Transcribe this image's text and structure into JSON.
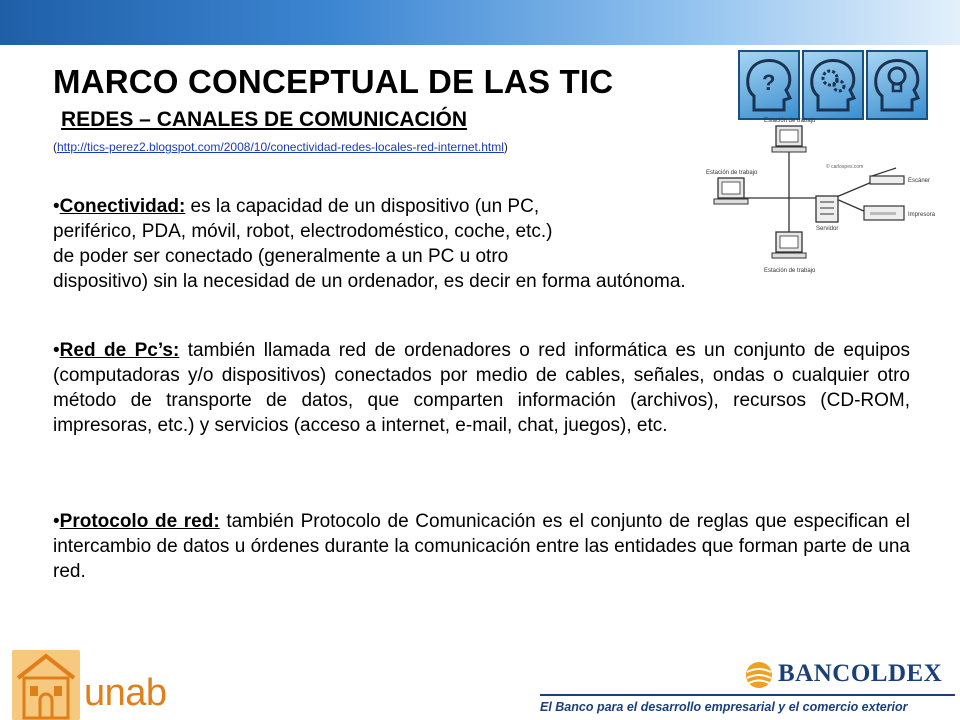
{
  "header": {
    "title": "MARCO CONCEPTUAL DE LAS TIC",
    "subtitle": "REDES – CANALES DE COMUNICACIÓN",
    "source_open": "(",
    "source_url": "http://tics-perez2.blogspot.com/2008/10/conectividad-redes-locales-red-internet.html",
    "source_close": ")"
  },
  "diagram": {
    "labels": {
      "top": "Estación de trabajo",
      "left": "Estación de trabajo",
      "bottom": "Estación de trabajo",
      "server": "Servidor",
      "scanner": "Escáner",
      "printer": "Impresora",
      "watermark": "© carlospes.com"
    }
  },
  "content": {
    "paragraphs": [
      {
        "bullet": "•",
        "term": "Conectividad:",
        "lines": [
          " es la capacidad de un dispositivo (un PC,",
          "periférico, PDA, móvil, robot, electrodoméstico, coche, etc.)",
          "de poder ser conectado (generalmente a un PC u otro",
          "dispositivo) sin la necesidad de un ordenador, es decir en forma autónoma."
        ]
      },
      {
        "bullet": "•",
        "term": "Red de Pc’s:",
        "text": " también llamada red de ordenadores o red informática es un conjunto de equipos (computadoras y/o dispositivos) conectados por medio de cables, señales, ondas o cualquier otro método de transporte de datos, que comparten información (archivos), recursos (CD-ROM, impresoras, etc.) y servicios (acceso a internet, e-mail, chat, juegos), etc."
      },
      {
        "bullet": "•",
        "term": "Protocolo de red:",
        "text": " también Protocolo de Comunicación es el conjunto de reglas que especifican el intercambio de datos u órdenes durante la comunicación entre las entidades que forman parte de una red."
      }
    ]
  },
  "footer": {
    "left_logo_text": "unab",
    "right_logo_name": "BANCOLDEX",
    "right_tagline": "El Banco para el desarrollo empresarial y el comercio exterior"
  },
  "colors": {
    "header_bar": "#3d86d2",
    "unab_orange": "#e07f1a",
    "bancoldex_blue": "#1b3f7a",
    "link": "#1a3cc0"
  },
  "icons": [
    "question-head-icon",
    "gears-head-icon",
    "lightbulb-head-icon"
  ]
}
